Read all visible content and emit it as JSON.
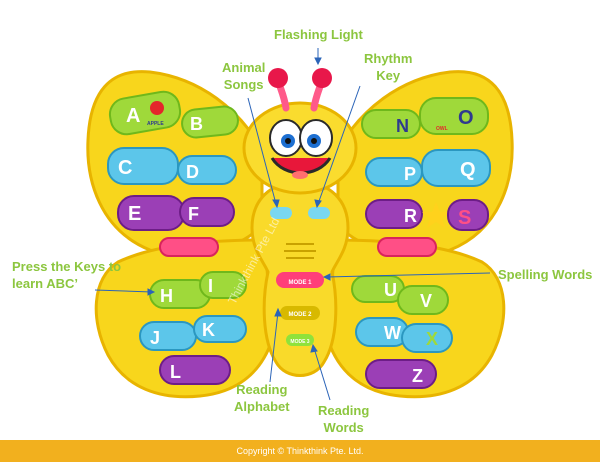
{
  "labels": {
    "flashing_light": "Flashing Light",
    "animal_songs": "Animal\nSongs",
    "rhythm_key": "Rhythm\nKey",
    "press_keys": "Press the Keys to\nlearn ABC’",
    "spelling_words": "Spelling Words",
    "reading_alphabet": "Reading\nAlphabet",
    "reading_words": "Reading\nWords"
  },
  "letters": [
    "A",
    "B",
    "C",
    "D",
    "E",
    "F",
    "H",
    "I",
    "J",
    "K",
    "L",
    "N",
    "O",
    "P",
    "Q",
    "R",
    "S",
    "U",
    "V",
    "W",
    "X",
    "Z"
  ],
  "word_tags": {
    "apple": "APPLE",
    "owl": "OWL"
  },
  "mode_labels": [
    "MODE 1",
    "MODE 2",
    "MODE 3"
  ],
  "watermark": "Thinkthink Pte Ltd",
  "footer": "Copyright © Thinkthink Pte. Ltd.",
  "colors": {
    "body": "#f8d61c",
    "body_edge": "#e8b400",
    "accent_green": "#8cc63f",
    "footer": "#f2b01e",
    "key_green": "#9fd93a",
    "key_cyan": "#5cc6ea",
    "key_purple": "#9b3fb6",
    "key_pink": "#ff4f86"
  }
}
